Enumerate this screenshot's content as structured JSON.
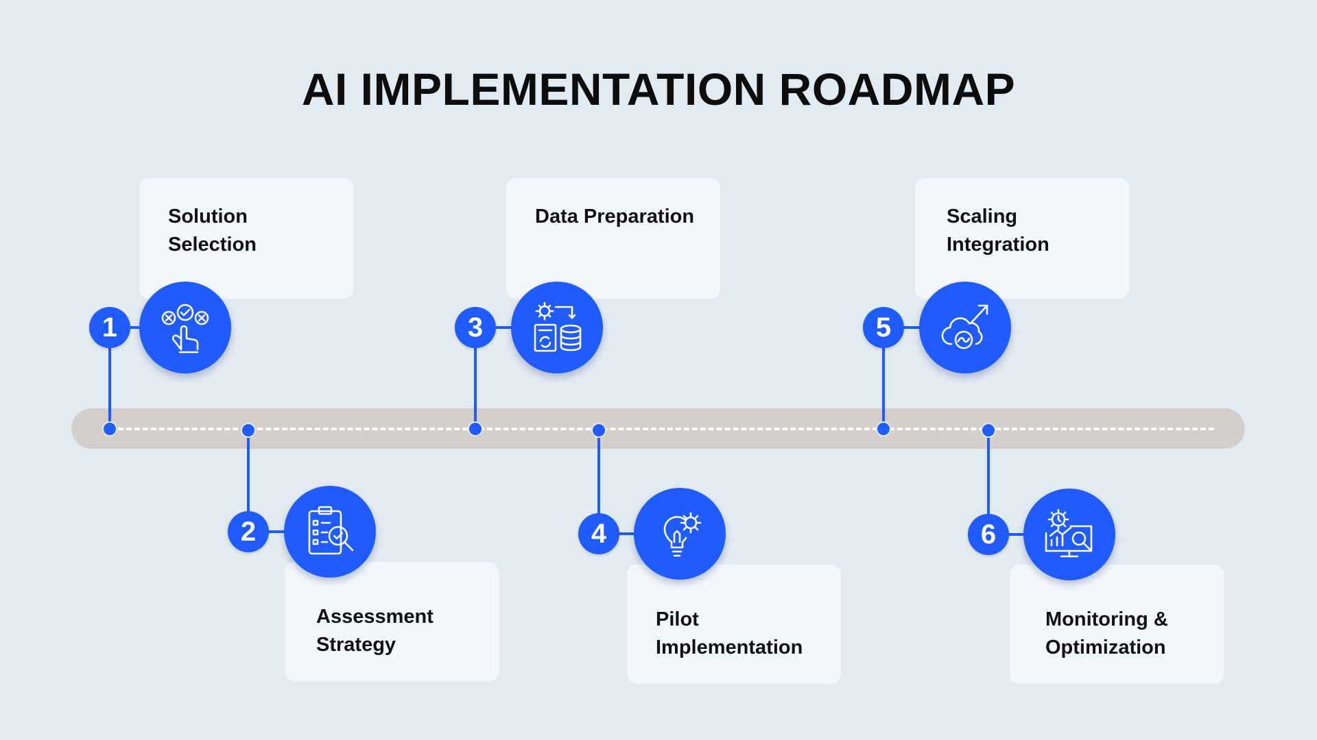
{
  "title": "AI IMPLEMENTATION ROADMAP",
  "colors": {
    "background": "#e2eaf2",
    "accent": "#1f5bff",
    "track": "#d4cfca",
    "card": "#f3f7fb"
  },
  "steps": [
    {
      "number": "1",
      "label": "Solution Selection",
      "icon": "decision-hand-icon"
    },
    {
      "number": "2",
      "label": "Assessment Strategy",
      "icon": "checklist-magnifier-icon"
    },
    {
      "number": "3",
      "label": "Data Preparation",
      "icon": "data-processing-icon"
    },
    {
      "number": "4",
      "label": "Pilot Implementation",
      "icon": "lightbulb-gear-icon"
    },
    {
      "number": "5",
      "label": "Scaling Integration",
      "icon": "cloud-growth-icon"
    },
    {
      "number": "6",
      "label": "Monitoring & Optimization",
      "icon": "monitor-analytics-icon"
    }
  ]
}
